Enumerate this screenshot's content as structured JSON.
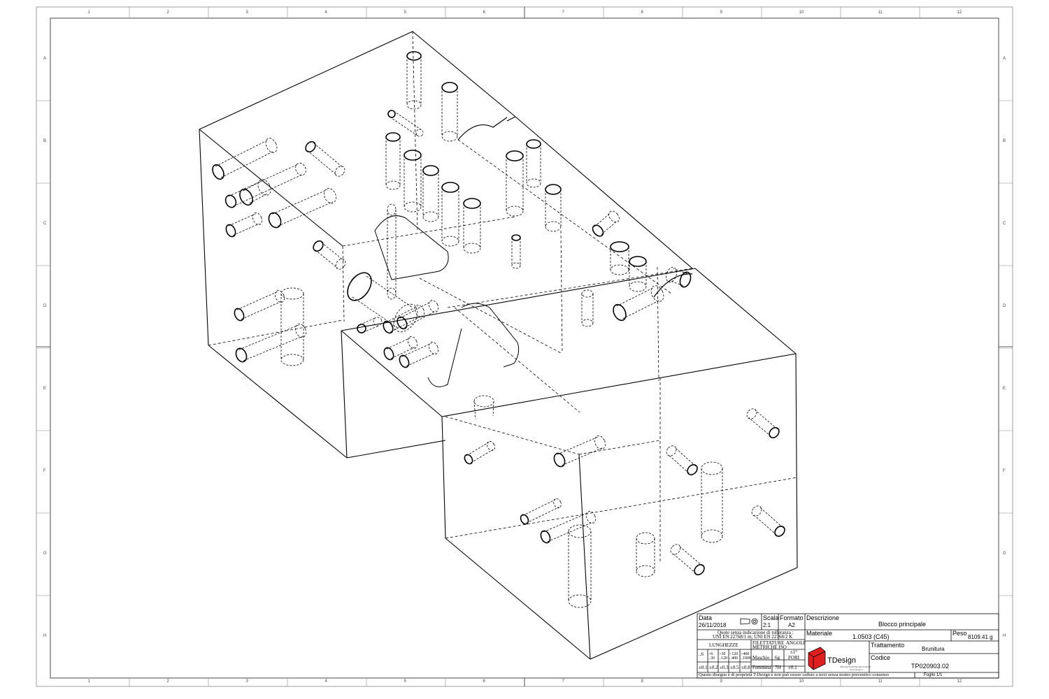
{
  "zones": {
    "cols": [
      "1",
      "2",
      "3",
      "4",
      "5",
      "6",
      "7",
      "8",
      "9",
      "10",
      "11",
      "12"
    ],
    "rows": [
      "A",
      "B",
      "C",
      "D",
      "E",
      "F",
      "G",
      "H"
    ]
  },
  "title_block": {
    "data_label": "Data",
    "data_value": "26/11/2018",
    "scala_label": "Scala",
    "scala_value": "2:1",
    "formato_label": "Formato",
    "formato_value": "A2",
    "descrizione_label": "Descrizione",
    "descrizione_value": "Blocco principale",
    "peso_label": "Peso",
    "peso_value": "8109.41 g",
    "materiale_label": "Materiale",
    "materiale_value": "1.0503 (C45)",
    "trattamento_label": "Trattamento",
    "trattamento_value": "Brunitura",
    "codice_label": "Codice",
    "codice_value": "TP020903.02",
    "foglio": "Foglio 1/1",
    "quote_note_1": "Quote senza indicazione di tolleranza :",
    "quote_note_2": "UNI EN 22768/1 m; UNI EN 22768/2 K",
    "lunghezze_label": "LUNGHEZZE",
    "filettature_label": "FILETTATURE",
    "metriche_iso_label": "METRICHE ISO",
    "angoli_label": "ANGOLI",
    "len_ranges": [
      "..6",
      ">6 ..30",
      ">30 ..120",
      ">120 ..400",
      ">400 ..1000"
    ],
    "len_tols": [
      "±0.1",
      "±0.2",
      "±0.3",
      "±0.5",
      "±0.8"
    ],
    "maschio_label": "Maschio",
    "maschio_value": "6g",
    "femmina_label": "Femmina",
    "femmina_value": "7H",
    "angoli_value": "±1°",
    "fori_label": "FORI",
    "fori_value": "±0.1",
    "logo_text": "TDesign",
    "logo_tagline": "PROGETTAZIONE MECCANICA",
    "logo_url": "www.tdesign.it",
    "disclaimer": "Questo disegno è di proprietà T-Design e non può essere ceduto a terzi senza nostro preventivo consenso",
    "logo_color": "#e02020"
  }
}
